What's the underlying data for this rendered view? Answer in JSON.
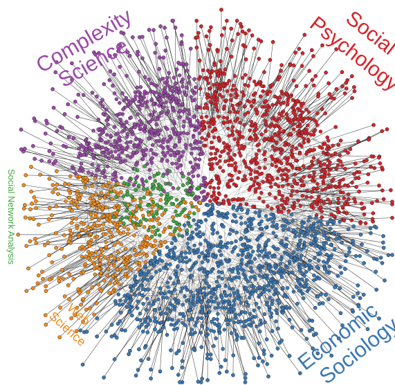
{
  "figure": {
    "labels": {
      "complexity": "Complexity Science",
      "complexity_line1": "Complexity",
      "complexity_line2": "Science",
      "social_psych_line1": "Social",
      "social_psych_line2": "Psychology",
      "sna": "Social Network Analysis",
      "web_line1": "Web",
      "web_line2": "Science",
      "econ_line1": "Economic",
      "econ_line2": "Sociology"
    },
    "colors": {
      "complexity": "#9b4aa8",
      "social_psychology": "#d6242b",
      "social_network_analysis": "#43a843",
      "web_science": "#f28c1a",
      "economic_sociology": "#3a78b4",
      "edge": "#1b1b1b",
      "node_stroke": "#1a1a1a"
    }
  }
}
